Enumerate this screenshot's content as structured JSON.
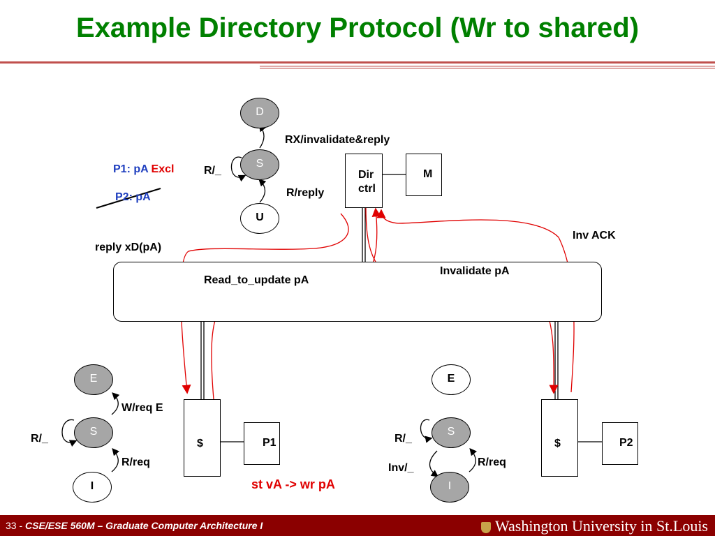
{
  "slide": {
    "title": "Example Directory Protocol (Wr to shared)"
  },
  "directory_fsm": {
    "state_d": "D",
    "state_s": "S",
    "state_u": "U",
    "label_rx_invalidate": "RX/invalidate&reply",
    "label_r_self": "R/_",
    "label_r_reply": "R/reply"
  },
  "sharers": {
    "p1_prefix": "P1: pA",
    "p1_state": "Excl",
    "p2": "P2: pA"
  },
  "dir_ctrl": {
    "label_line1": "Dir",
    "label_line2": "ctrl"
  },
  "memory": {
    "label": "M"
  },
  "bus": {
    "read_to_update": "Read_to_update pA",
    "invalidate": "Invalidate pA",
    "reply": "reply xD(pA)",
    "inv_ack": "Inv ACK"
  },
  "p1_fsm": {
    "state_e": "E",
    "state_s": "S",
    "state_i": "I",
    "label_wreq": "W/req E",
    "label_r_self": "R/_",
    "label_rreq": "R/req"
  },
  "p1_node": {
    "cache": "$",
    "proc": "P1",
    "instr": "st vA -> wr pA"
  },
  "p2_fsm": {
    "state_e": "E",
    "state_s": "S",
    "state_i": "I",
    "label_r_self": "R/_",
    "label_inv": "Inv/_",
    "label_rreq": "R/req"
  },
  "p2_node": {
    "cache": "$",
    "proc": "P2"
  },
  "colors": {
    "title": "#008000",
    "arrow": "#e00000",
    "footer": "#8b0000",
    "blue_text": "#1f3fbf",
    "red_text": "#e00000"
  },
  "footer": {
    "page": "33 -",
    "course": "CSE/ESE 560M – Graduate Computer Architecture I",
    "university": "Washington University in St.Louis"
  }
}
